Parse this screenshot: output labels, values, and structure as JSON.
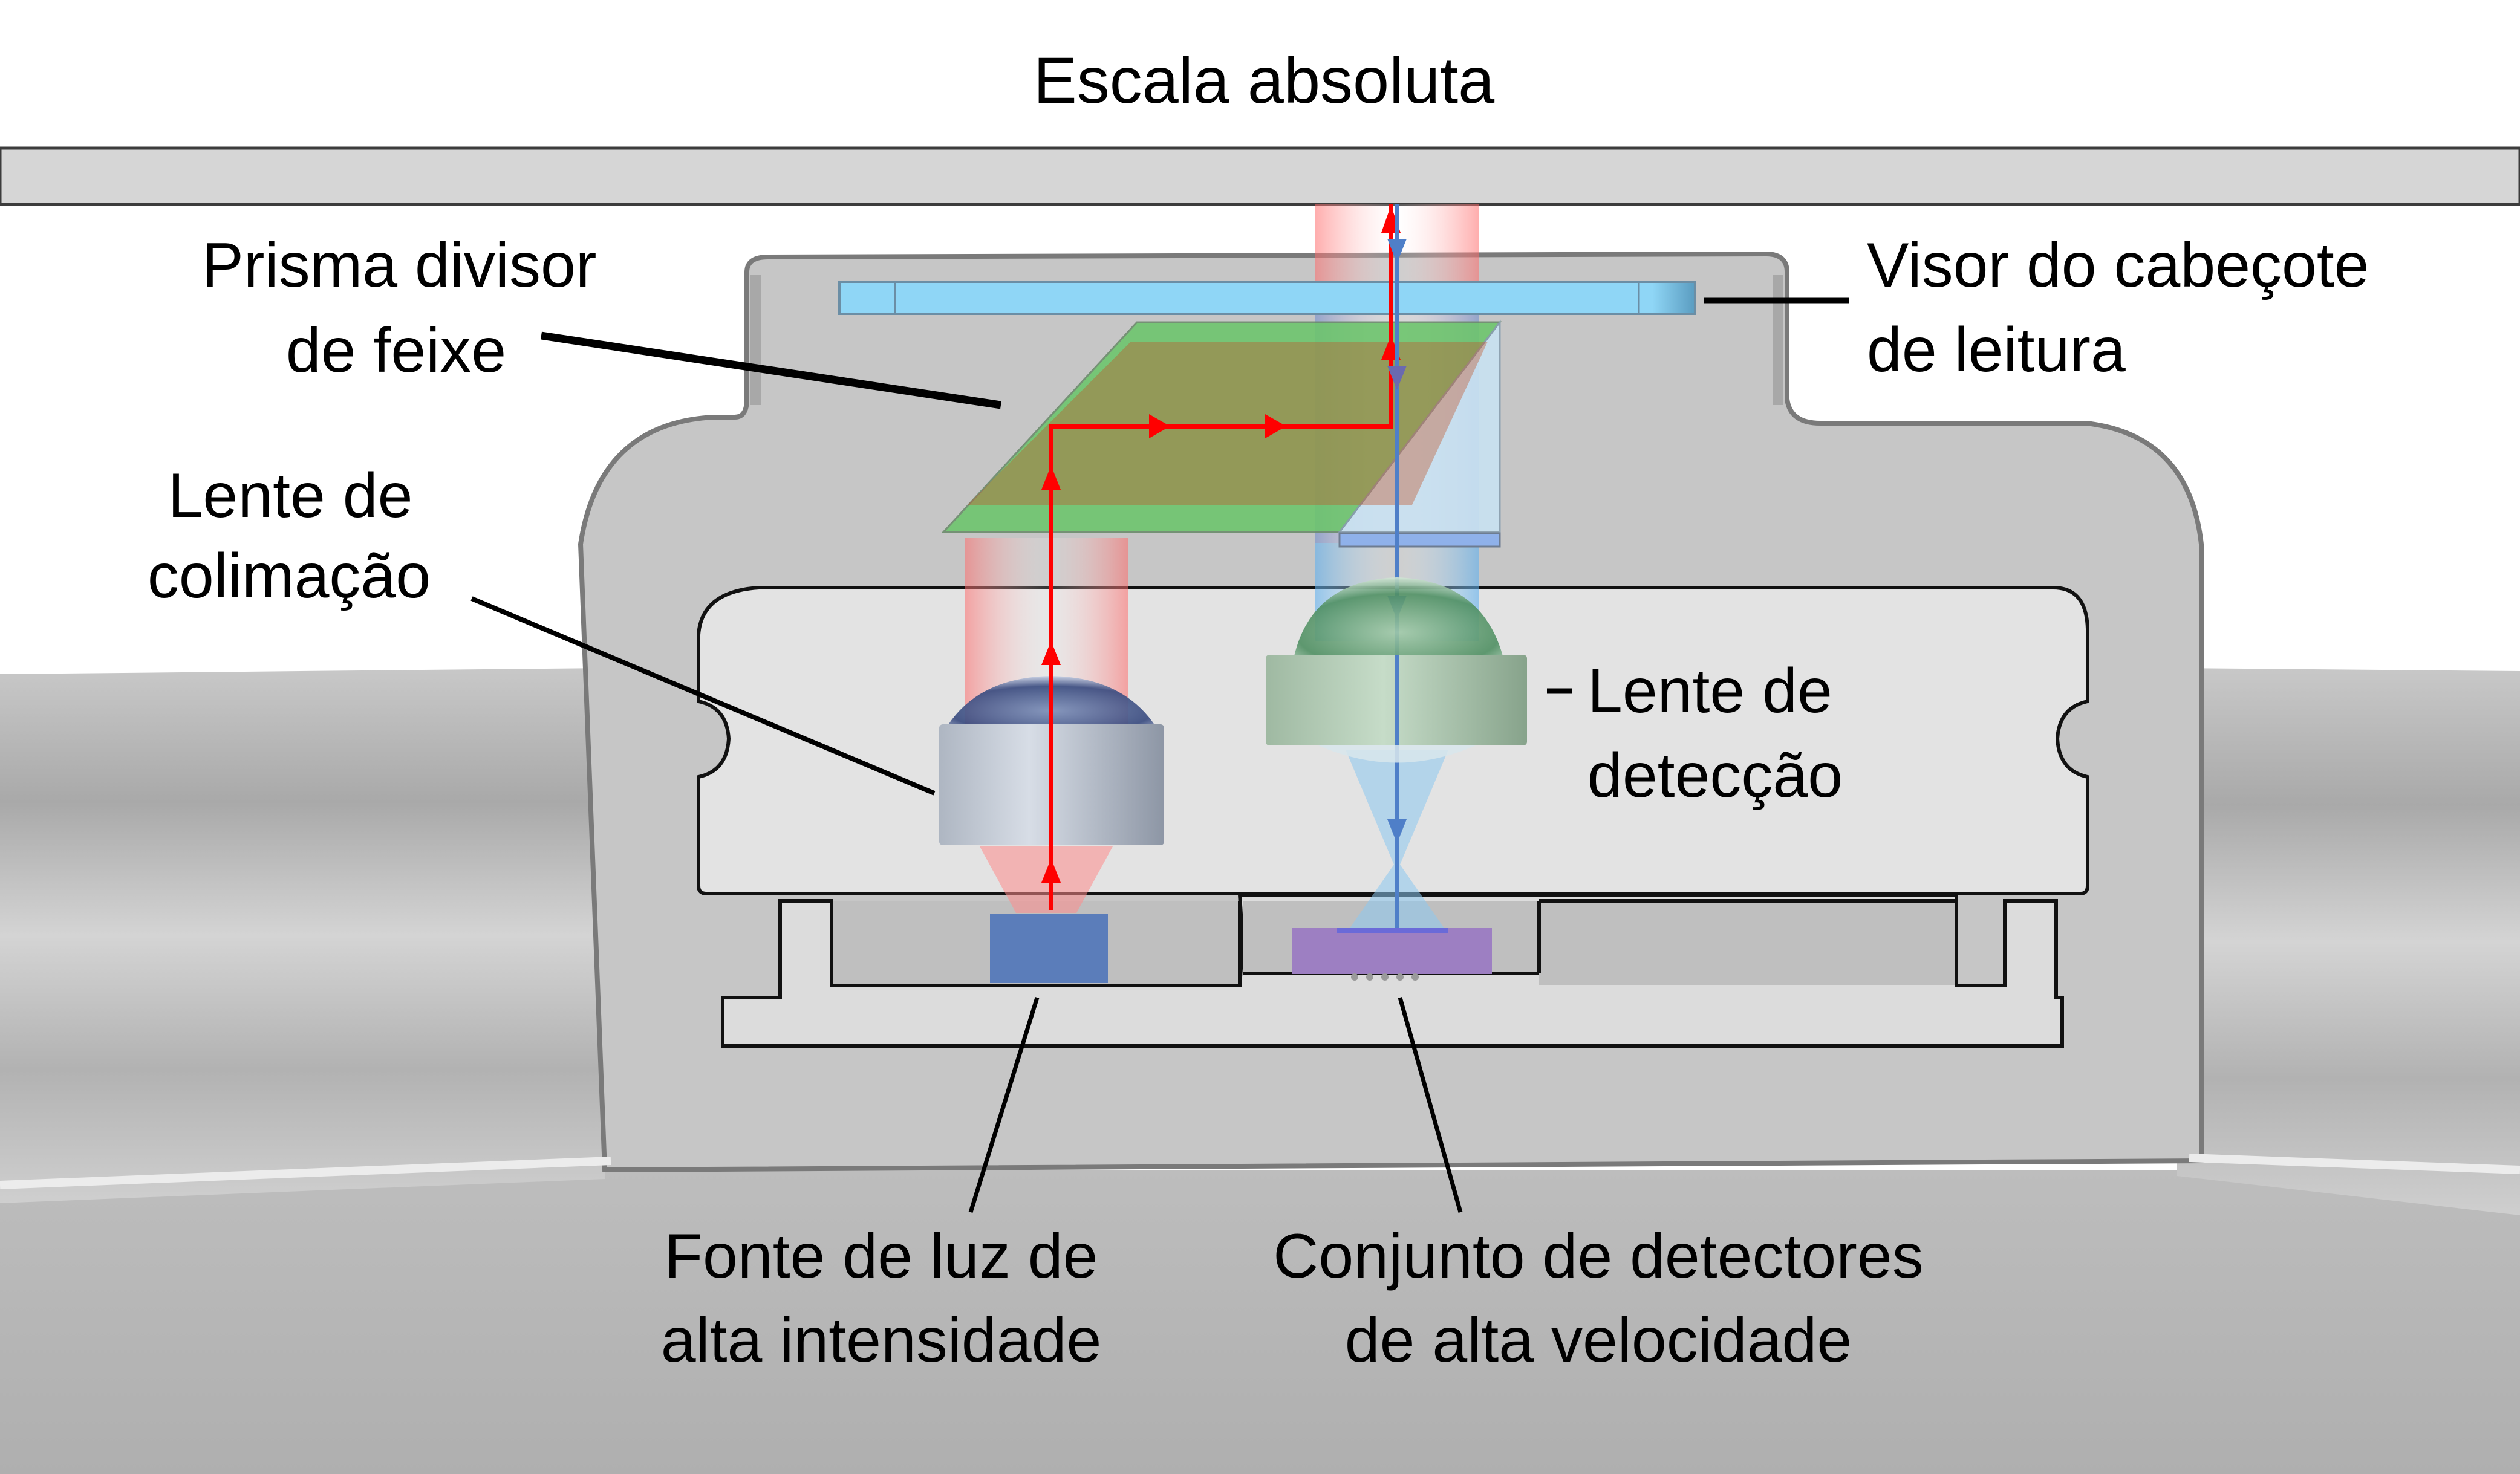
{
  "title": "Escala absoluta",
  "labels": {
    "beam_splitter": [
      "Prisma divisor",
      "de feixe"
    ],
    "collimation_lens": [
      "Lente de",
      "colimação"
    ],
    "readhead_window": [
      "Visor do cabeçote",
      "de leitura"
    ],
    "detection_lens": [
      "Lente de",
      "detecção"
    ],
    "light_source": [
      "Fonte de luz de",
      "alta intensidade"
    ],
    "detector_array": [
      "Conjunto de detectores",
      "de alta velocidade"
    ]
  },
  "colors": {
    "scale_bar": "#d6d6d6",
    "housing": "#c6c6c6",
    "cavity": "#e3e3e3",
    "window": "#8fd6f6",
    "prism_green": "#6cc56b",
    "red_beam": "#ff0000",
    "blue_beam": "#4f7fc8",
    "light_source": "#5b7dba",
    "detector": "#9d7fc2",
    "collimation_lens_mount": "#c3ccd8",
    "detection_lens_mount": "#b8d1bb"
  }
}
